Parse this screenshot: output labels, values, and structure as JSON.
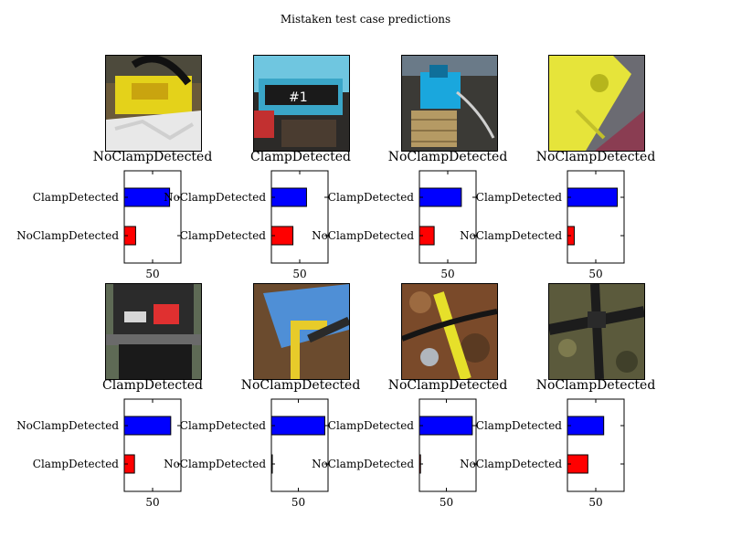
{
  "figure": {
    "title": "Mistaken test case predictions"
  },
  "colors": {
    "first_bar": "#0000ff",
    "second_bar": "#ff0000"
  },
  "panels": [
    {
      "prediction": "NoClampDetected",
      "image": "yellow-machinery-photo"
    },
    {
      "prediction": "ClampDetected",
      "image": "blue-tank-photo"
    },
    {
      "prediction": "NoClampDetected",
      "image": "blue-pump-photo"
    },
    {
      "prediction": "NoClampDetected",
      "image": "yellow-tank-closeup-photo"
    },
    {
      "prediction": "ClampDetected",
      "image": "black-pipe-label-photo"
    },
    {
      "prediction": "NoClampDetected",
      "image": "tarp-yellow-pipe-photo"
    },
    {
      "prediction": "NoClampDetected",
      "image": "rusty-yellow-pipe-photo"
    },
    {
      "prediction": "NoClampDetected",
      "image": "black-pipe-junction-photo"
    }
  ],
  "chart_data": [
    {
      "type": "bar",
      "orientation": "horizontal",
      "categories": [
        "ClampDetected",
        "NoClampDetected"
      ],
      "values": [
        65,
        35
      ],
      "xticks": [
        50
      ],
      "xlim": [
        25,
        75
      ]
    },
    {
      "type": "bar",
      "orientation": "horizontal",
      "categories": [
        "NoClampDetected",
        "ClampDetected"
      ],
      "values": [
        56,
        44
      ],
      "xticks": [
        50
      ],
      "xlim": [
        25,
        75
      ]
    },
    {
      "type": "bar",
      "orientation": "horizontal",
      "categories": [
        "ClampDetected",
        "NoClampDetected"
      ],
      "values": [
        62,
        38
      ],
      "xticks": [
        50
      ],
      "xlim": [
        25,
        75
      ]
    },
    {
      "type": "bar",
      "orientation": "horizontal",
      "categories": [
        "ClampDetected",
        "NoClampDetected"
      ],
      "values": [
        69,
        31
      ],
      "xticks": [
        50
      ],
      "xlim": [
        25,
        75
      ]
    },
    {
      "type": "bar",
      "orientation": "horizontal",
      "categories": [
        "NoClampDetected",
        "ClampDetected"
      ],
      "values": [
        66,
        34
      ],
      "xticks": [
        50
      ],
      "xlim": [
        25,
        75
      ]
    },
    {
      "type": "bar",
      "orientation": "horizontal",
      "categories": [
        "ClampDetected",
        "NoClampDetected"
      ],
      "values": [
        99,
        1
      ],
      "xticks": [
        50
      ],
      "xlim": [
        0,
        105
      ]
    },
    {
      "type": "bar",
      "orientation": "horizontal",
      "categories": [
        "ClampDetected",
        "NoClampDetected"
      ],
      "values": [
        98,
        2
      ],
      "xticks": [
        50
      ],
      "xlim": [
        0,
        105
      ]
    },
    {
      "type": "bar",
      "orientation": "horizontal",
      "categories": [
        "ClampDetected",
        "NoClampDetected"
      ],
      "values": [
        57,
        43
      ],
      "xticks": [
        50
      ],
      "xlim": [
        25,
        75
      ]
    }
  ]
}
